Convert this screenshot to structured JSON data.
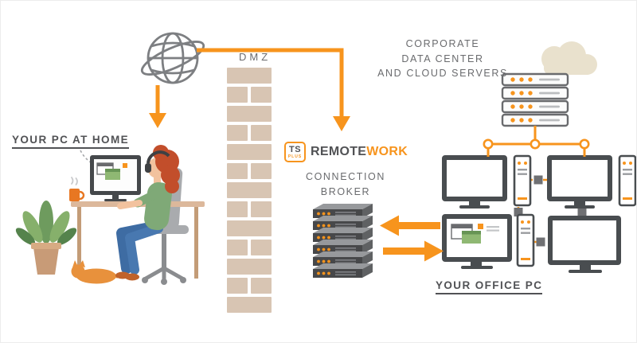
{
  "labels": {
    "dmz": "DMZ",
    "home_pc": "YOUR PC AT HOME",
    "office_pc": "YOUR OFFICE PC",
    "corporate": [
      "CORPORATE",
      "DATA CENTER",
      "AND CLOUD SERVERS"
    ],
    "connection_broker": [
      "CONNECTION",
      "BROKER"
    ]
  },
  "logo": {
    "ts": "TS",
    "plus": "PLUS",
    "remote": "REMOTE",
    "work": "WORK"
  },
  "icons": {
    "internet": "internet-globe-icon",
    "dmz_barrier": "brick-wall",
    "connection_broker": "server-stack-icon",
    "data_center": "server-rack-icon",
    "cloud": "cloud-icon",
    "office_network": "desktop-pc-icons",
    "home_user": "person-at-desk-illustration"
  },
  "colors": {
    "accent_orange": "#F7941D",
    "brick_tan": "#D8C5B3",
    "label_gray": "#515255",
    "caption_gray": "#6A6B6E",
    "server_dark": "#47484A",
    "cloud_tan": "#E9E1CD"
  }
}
